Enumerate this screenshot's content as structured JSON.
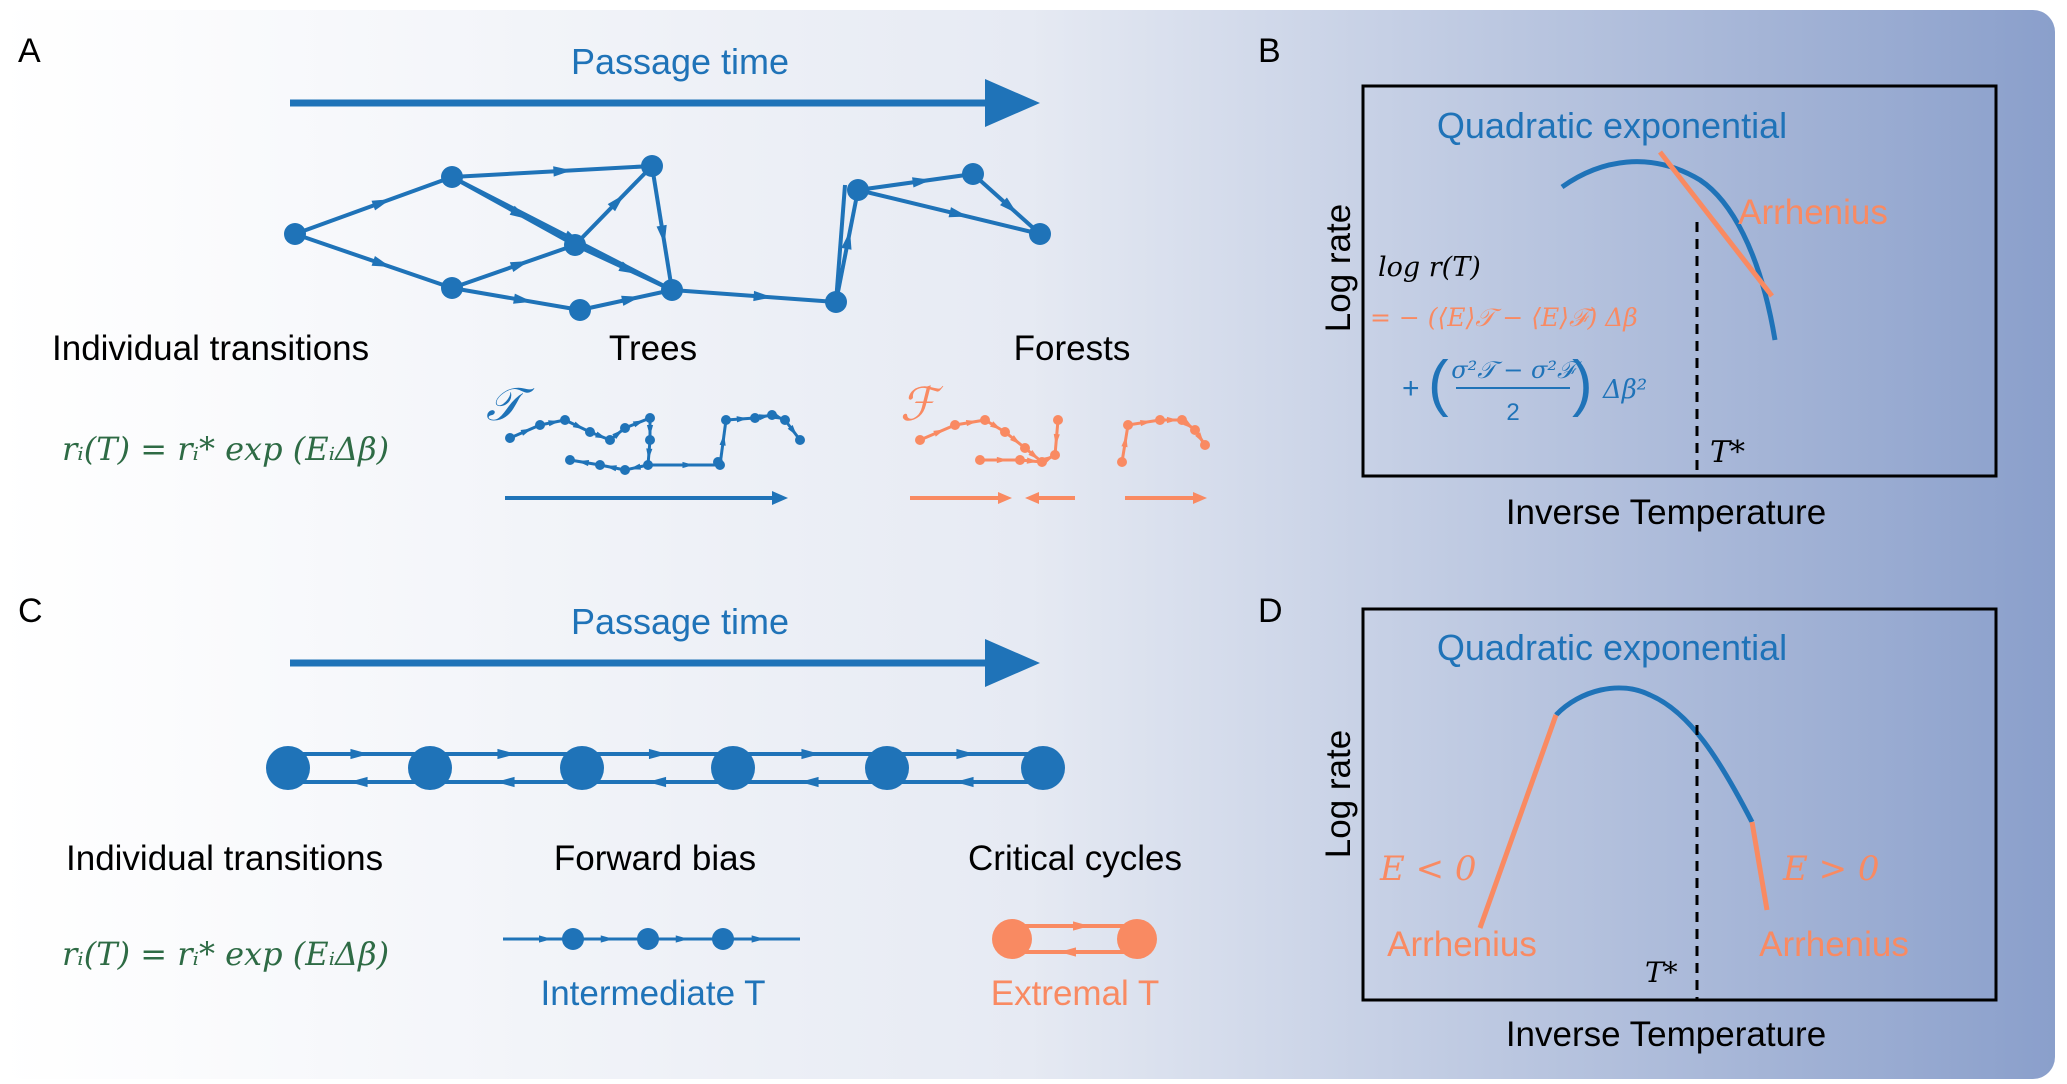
{
  "colors": {
    "blue": "#1f73b8",
    "orange": "#f98a62",
    "green": "#2e6b45",
    "black": "#000000",
    "bg_left": "#ffffff",
    "bg_right": "#8aa0cc"
  },
  "panelA": {
    "letter": "A",
    "passage_time": "Passage time",
    "label_individual": "Individual transitions",
    "label_trees": "Trees",
    "label_forests": "Forests",
    "formula": "rᵢ(T) = rᵢ* exp (EᵢΔβ)",
    "tree_symbol": "𝒯",
    "forest_symbol": "ℱ"
  },
  "panelB": {
    "letter": "B",
    "title": "Quadratic exponential",
    "arrhenius": "Arrhenius",
    "ylabel": "Log rate",
    "xlabel": "Inverse Temperature",
    "tstar": "T*",
    "eq_line1": "log r(T)",
    "eq_line2": "= − (⟨E⟩𝒯 − ⟨E⟩ℱ) Δβ",
    "eq_plus": "+",
    "eq_frac_num": "σ²𝒯 − σ²ℱ",
    "eq_frac_den": "2",
    "eq_tail": "Δβ²"
  },
  "panelC": {
    "letter": "C",
    "passage_time": "Passage time",
    "label_individual": "Individual transitions",
    "label_forward": "Forward bias",
    "label_cycles": "Critical cycles",
    "formula": "rᵢ(T) = rᵢ* exp (EᵢΔβ)",
    "intermediate": "Intermediate T",
    "extremal": "Extremal T"
  },
  "panelD": {
    "letter": "D",
    "title": "Quadratic exponential",
    "ylabel": "Log rate",
    "xlabel": "Inverse Temperature",
    "tstar": "T*",
    "e_neg": "E < 0",
    "e_pos": "E > 0",
    "arrhenius_left": "Arrhenius",
    "arrhenius_right": "Arrhenius"
  }
}
